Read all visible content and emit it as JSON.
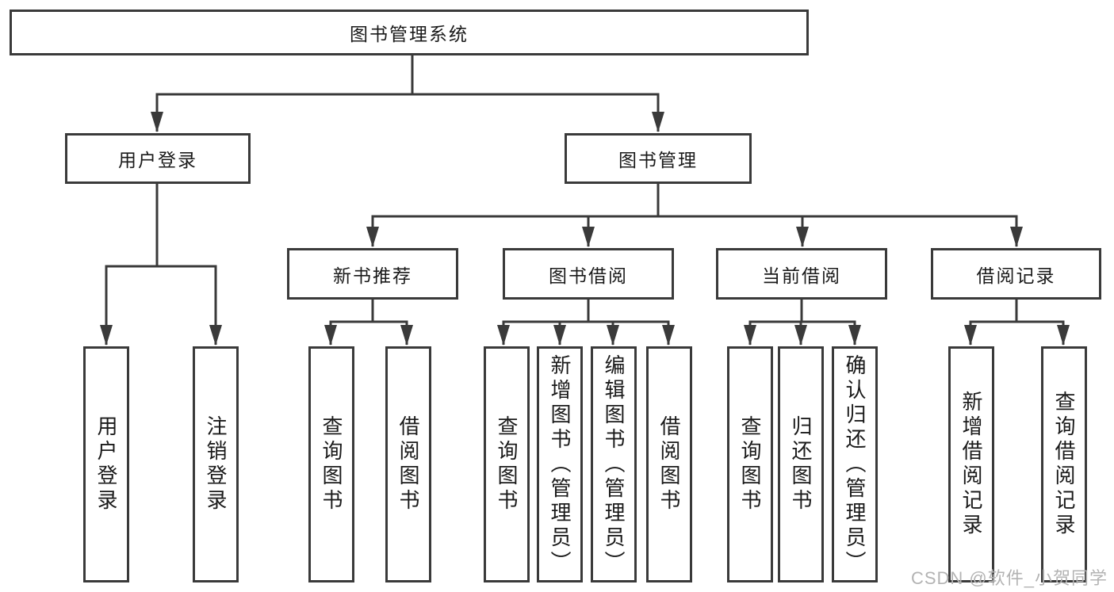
{
  "diagram": {
    "tree": {
      "root": {
        "label": "图书管理系统"
      },
      "branches": [
        {
          "label": "用户登录",
          "children": [
            {
              "label": "用户登录"
            },
            {
              "label": "注销登录"
            }
          ]
        },
        {
          "label": "图书管理",
          "children": [
            {
              "label": "新书推荐",
              "children": [
                {
                  "label": "查询图书"
                },
                {
                  "label": "借阅图书"
                }
              ]
            },
            {
              "label": "图书借阅",
              "children": [
                {
                  "label": "查询图书"
                },
                {
                  "label": "新增图书（管理员）"
                },
                {
                  "label": "编辑图书（管理员）"
                },
                {
                  "label": "借阅图书"
                }
              ]
            },
            {
              "label": "当前借阅",
              "children": [
                {
                  "label": "查询图书"
                },
                {
                  "label": "归还图书"
                },
                {
                  "label": "确认归还（管理员）"
                }
              ]
            },
            {
              "label": "借阅记录",
              "children": [
                {
                  "label": "新增借阅记录"
                },
                {
                  "label": "查询借阅记录"
                }
              ]
            }
          ]
        }
      ]
    },
    "colors": {
      "line": "#3a3a3a",
      "text": "#1a1a1a",
      "background": "#ffffff",
      "watermark": "#b3b3b3"
    }
  },
  "watermark": {
    "text": "CSDN @软件_小贺同学"
  }
}
